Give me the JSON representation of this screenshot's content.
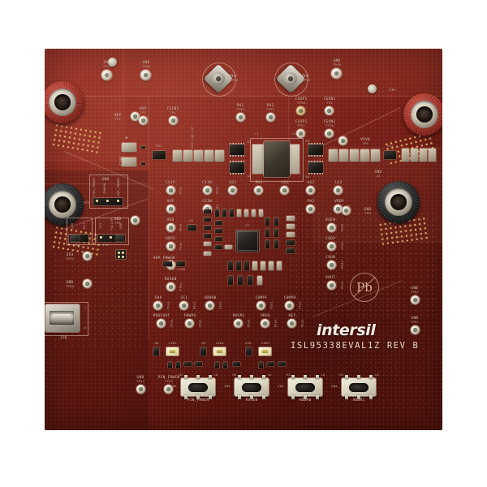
{
  "board": {
    "brand": "intersil",
    "part_number": "ISL95338EVAL1Z  REV  B",
    "pb_free_mark": "Pb",
    "background_color": "#ffffff",
    "pcb_color": "#7e2219",
    "silkscreen_color": "#f0cfc0"
  },
  "connectors": {
    "dp_jack": {
      "label": "DP",
      "color": "#a93327"
    },
    "gnd_jack_left": {
      "label": "GND",
      "color": "#111111"
    },
    "cs_plus_jack": {
      "label": "CS+",
      "color": "#a93327"
    },
    "gnd_jack_right": {
      "label": "GND",
      "sublabel": "J4",
      "color": "#111111"
    },
    "usb": {
      "label": "J10",
      "pin1": "1",
      "pin5": "5"
    },
    "sma1": {
      "label": "PH1",
      "sublabel": "TP14"
    },
    "sma2": {
      "label": "PH2",
      "sublabel": "TP13"
    }
  },
  "test_points": {
    "top_row": [
      {
        "label": "GND",
        "sublabel": "TP19"
      },
      {
        "label": "GND",
        "sublabel": "TP48"
      },
      {
        "label": "GND",
        "sublabel": "TP49"
      }
    ],
    "upper": [
      {
        "label": "ADP",
        "sublabel": "TP1"
      },
      {
        "label": "CSIN1",
        "sublabel": "TP4"
      },
      {
        "label": "PH1",
        "sublabel": "TP56"
      },
      {
        "label": "PH2",
        "sublabel": "TP52"
      },
      {
        "label": "CSOP1",
        "sublabel": "TP58"
      },
      {
        "label": "CSON1",
        "sublabel": "TP5"
      },
      {
        "label": "CSOP1",
        "sublabel": "TP21"
      },
      {
        "label": "CSON1",
        "sublabel": "TP70"
      },
      {
        "label": "V5V8",
        "sublabel": "TP6"
      }
    ],
    "left": [
      {
        "label": "ADP",
        "sublabel": "TP1"
      },
      {
        "label": "GND",
        "sublabel": "TP2"
      },
      {
        "label": "3V3",
        "sublabel": "TP53"
      },
      {
        "label": "GND",
        "sublabel": "TP50"
      },
      {
        "label": "GND",
        "sublabel": "TP54"
      },
      {
        "label": "PIN_FRWEN",
        "sublabel": "TP43"
      }
    ],
    "center_col1": [
      {
        "label": "CS1P",
        "sublabel": "TP12"
      },
      {
        "label": "ADP",
        "sublabel": "TP11"
      },
      {
        "label": "VDD",
        "sublabel": "TP30"
      },
      {
        "label": "ADPS",
        "sublabel": "TP31"
      },
      {
        "label": "ADP_FRWEN",
        "sublabel": "TP29"
      },
      {
        "label": "RVSEN",
        "sublabel": "TP44"
      }
    ],
    "center_col2": [
      {
        "label": "C1IN",
        "sublabel": "TP15"
      },
      {
        "label": "CSIN",
        "sublabel": "TP16"
      }
    ],
    "center_top": [
      {
        "label": "UG1",
        "sublabel": "TP17"
      },
      {
        "label": "PH1",
        "sublabel": "TP24"
      },
      {
        "label": "LG1",
        "sublabel": "TP18"
      },
      {
        "label": "UG2",
        "sublabel": "TP19"
      },
      {
        "label": "LG2",
        "sublabel": "TP10"
      }
    ],
    "center_right": [
      {
        "label": "PH2",
        "sublabel": "TP20"
      },
      {
        "label": "VDDP",
        "sublabel": "TP22"
      },
      {
        "label": "VSEN",
        "sublabel": "TP25"
      },
      {
        "label": "CSOP",
        "sublabel": "TP27"
      },
      {
        "label": "CSON",
        "sublabel": "TP30"
      },
      {
        "label": "VOUT",
        "sublabel": "TP35"
      }
    ],
    "bottom_row1": [
      {
        "label": "SDA",
        "sublabel": "TP34"
      },
      {
        "label": "SCL",
        "sublabel": "TP36"
      },
      {
        "label": "ADDR0",
        "sublabel": "TP51"
      },
      {
        "label": "COMPF",
        "sublabel": "TP33"
      },
      {
        "label": "COMPR",
        "sublabel": "TP34"
      }
    ],
    "bottom_row2": [
      {
        "label": "PROCHOT",
        "sublabel": "TP42"
      },
      {
        "label": "FRWPG",
        "sublabel": "TP45"
      },
      {
        "label": "RVSPG",
        "sublabel": "TP40"
      },
      {
        "label": "PROG",
        "sublabel": "TP39"
      },
      {
        "label": "REF",
        "sublabel": "TP38"
      }
    ],
    "right": [
      {
        "label": "GND",
        "sublabel": "TP52"
      },
      {
        "label": "GND",
        "sublabel": "TP51"
      },
      {
        "label": "V5V8",
        "sublabel": "TP6"
      },
      {
        "label": "GND",
        "sublabel": "TP9"
      }
    ]
  },
  "jumpers": {
    "jp3": {
      "ref": "JP3",
      "options": [
        "PIN_FRWEN",
        "FRWEN",
        "ADP_FRWEN"
      ]
    },
    "jp4": {
      "ref": "JP4",
      "options": [
        "LDO",
        "EXT"
      ]
    },
    "jp6": {
      "ref": "JP6",
      "options": [
        "3V3",
        "PULLUP",
        "VDD"
      ]
    }
  },
  "switches": [
    {
      "ref": "SW1",
      "label": "PIN_FRWEN",
      "hi": "HI",
      "lo": "LO"
    },
    {
      "ref": "SW2",
      "label": "RVSEN",
      "hi": "HI",
      "lo": "LO"
    },
    {
      "ref": "SW3",
      "label": "ADDR0",
      "hi": "HI",
      "lo": "LO"
    },
    {
      "ref": "SW4",
      "label": "ADDR1",
      "hi": "HI",
      "lo": "LO"
    }
  ],
  "leds": [
    {
      "ref": "LED1",
      "driver": "Q8"
    },
    {
      "ref": "LED2",
      "driver": "Q9"
    },
    {
      "ref": "LED3",
      "driver": "Q10"
    }
  ],
  "components": {
    "inductors": [
      "L1",
      "L2"
    ],
    "mosfets": [
      "Q1",
      "Q2",
      "Q3",
      "Q4"
    ],
    "sense_resistors": [
      "R51",
      "R52"
    ],
    "ic": "U1",
    "caps_left": "C161",
    "diode": "D1"
  }
}
